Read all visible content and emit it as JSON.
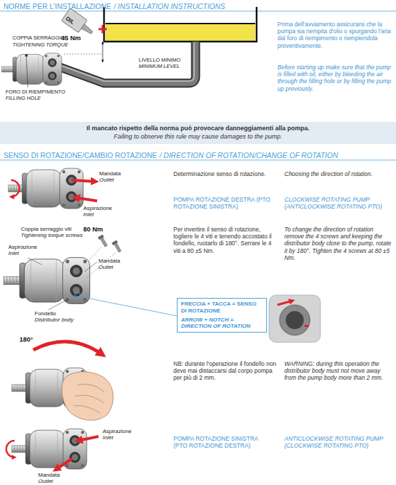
{
  "diagram": {
    "title": "NORME PER L'INSTALLAZIONE",
    "nodes": [
      {
        "text": [
          "Il mancato rispetto della norma può provocare danneggiamenti alla pompa.",
          "Failing to observe this rule may cause damages to the pump."
        ]
      },
      {
        "text": [
          "FRECCIA + TACCA = SENSO DI ROTAZIONE",
          "ARROW + NOTCH = DIRECTION OF ROTATION"
        ]
      }
    ],
    "labels": [
      "/ INSTALLATION INSTRUCTIONS",
      "OIL",
      "COPPIA SERRAGGIO",
      "45 Nm",
      "TIGHTENING TORQUE",
      "FORO DI RIEMPIMENTO",
      "FILLING HOLE",
      "LIVELLO MINIMO",
      "MINIMUM LEVEL",
      "Prima dell'avviamento assicurarsi che la pompa sia riempita d'olio o spurgando l'aria dal foro di riempimento o riempiendola preventivamente.",
      "Before starting up make sure that the pump is filled with oil, either by bleeding the air through the filling hole or by filling the pump up previously.",
      "SENSO DI ROTAZIONE/CAMBIO ROTAZIONE",
      "/ DIRECTION OF ROTATION/CHANGE OF ROTATION",
      "Mandata",
      "Outlet",
      "Aspirazione",
      "Inlet",
      "Determinazione senso di rotazione.",
      "Choosing the direction of rotation.",
      "POMPA ROTAZIONE DESTRA (PTO ROTAZIONE SINISTRA)",
      "CLOCKWISE ROTATING PUMP (ANTICLOCKWISE ROTATING PTO)",
      "Coppia serraggio viti",
      "80 Nm",
      "Tightening torque screws",
      "Aspirazione",
      "Inlet",
      "Mandata",
      "Outlet",
      "Fondello",
      "Distributor body",
      "Per invertire il senso di rotazione, togliere le 4 viti e tenendo accostato il fondello, ruotarlo di 180°. Serrare le 4 viti a 80 ±5 Nm.",
      "To change the direction of rotation remove the 4 screws and keeping the distributor body close to the pump, rotate it by 180°. Tighten the 4 screws at 80 ±5 Nm.",
      "180°",
      "NB: durante l'operazione il fondello non deve mai distaccarsi dal corpo pompa per più di 2 mm.",
      "WARNING: during this operation the distributor body must not move away from the pump body more than 2 mm.",
      "Aspirazione",
      "Inlet",
      "Mandata",
      "Outlet",
      "POMPA ROTAZIONE SINISTRA (PTO ROTAZIONE DESTRA)",
      "ANTICLOCKWISE ROTATING PUMP (CLOCKWISE ROTATING PTO)"
    ]
  }
}
